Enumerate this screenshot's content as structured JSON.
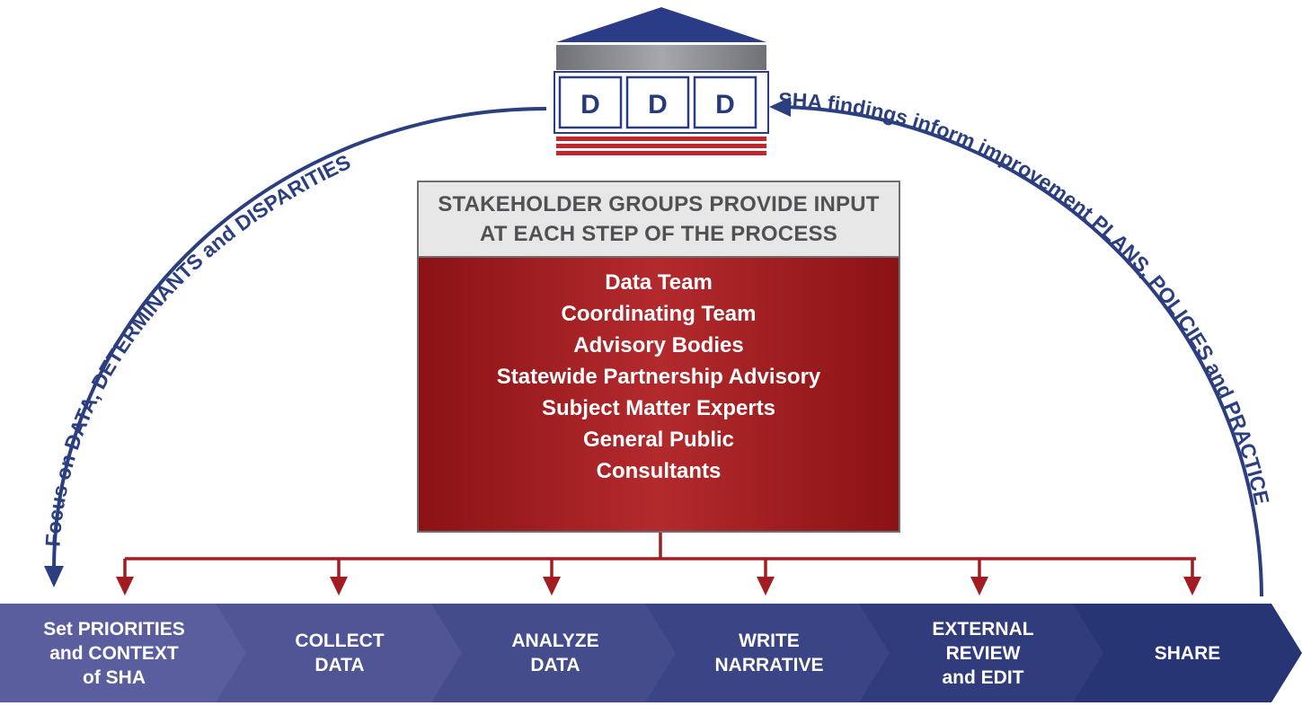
{
  "arc_left_text": "Focus on DATA, DETERMINANTS and DISPARITIES",
  "arc_right_text": "SHA findings inform improvement PLANS, POLICIES and PRACTICE",
  "building": {
    "letters": [
      "D",
      "D",
      "D"
    ],
    "colors": {
      "roof": "#2a3c86",
      "frieze": "#8c8e92",
      "columns_border": "#2a3c86",
      "base": "#c0272d"
    }
  },
  "stakeholders": {
    "header_lines": [
      "STAKEHOLDER GROUPS PROVIDE INPUT",
      "AT EACH STEP OF THE PROCESS"
    ],
    "groups": [
      "Data Team",
      "Coordinating Team",
      "Advisory Bodies",
      "Statewide Partnership Advisory",
      "Subject Matter Experts",
      "General Public",
      "Consultants"
    ]
  },
  "steps": [
    {
      "label": "Set PRIORITIES\nand CONTEXT\nof SHA",
      "color": "#5a5e9e"
    },
    {
      "label": "COLLECT\nDATA",
      "color": "#505595"
    },
    {
      "label": "ANALYZE\nDATA",
      "color": "#454c8c"
    },
    {
      "label": "WRITE\nNARRATIVE",
      "color": "#3b4484"
    },
    {
      "label": "EXTERNAL\nREVIEW\nand EDIT",
      "color": "#313c7c"
    },
    {
      "label": "SHARE",
      "color": "#283575"
    }
  ],
  "colors": {
    "arc": "#2b3f80",
    "connector": "#a11d22"
  }
}
